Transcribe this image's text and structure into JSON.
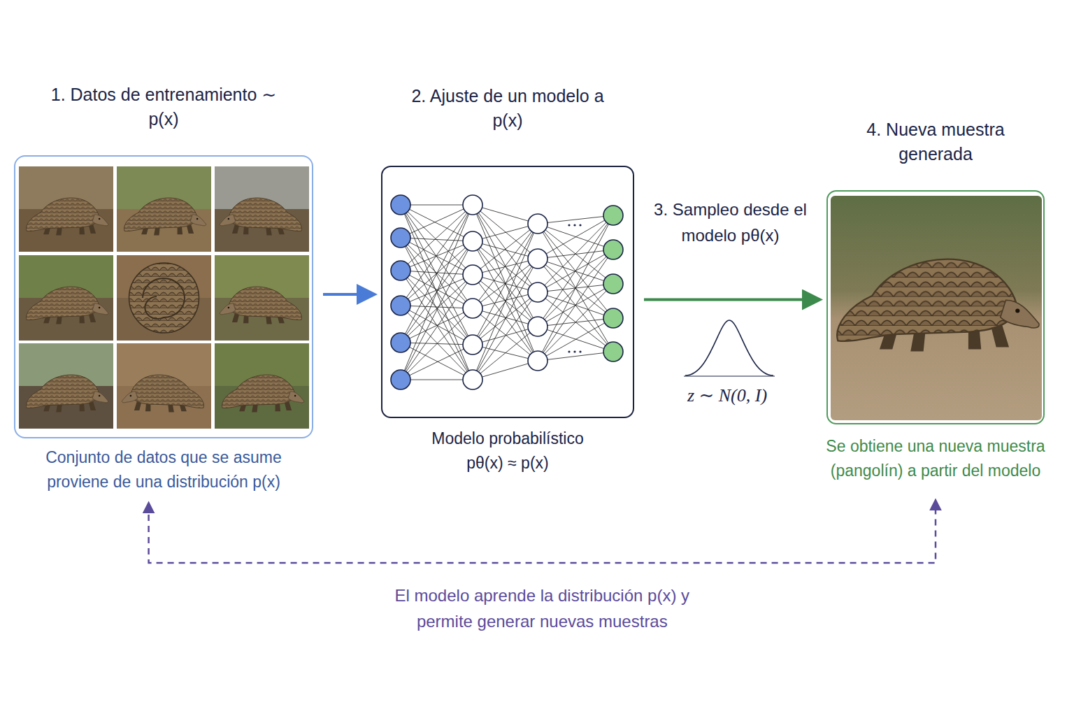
{
  "diagram": {
    "nodes": [
      {
        "text": [
          "1. Datos de entrenamiento ∼ p(x)",
          "Conjunto de datos que se asume proviene de una distribución p(x)"
        ]
      },
      {
        "text": [
          "2. Ajuste de un modelo a p(x)",
          "Modelo probabilístico pθ(x) ≈ p(x)"
        ]
      },
      {
        "text": [
          "4. Nueva muestra generada",
          "Se obtiene una nueva muestra (pangolín) a partir del modelo"
        ]
      }
    ],
    "edges": [
      {
        "from": 0,
        "to": 1,
        "arrow": "to"
      },
      {
        "from": 1,
        "to": 2,
        "arrow": "to",
        "label": "3. Sampleo desde el modelo pθ(x)"
      },
      {
        "from": 0,
        "to": 2,
        "arrow": "both",
        "label": "El modelo aprende la distribución p(x) y permite generar nuevas muestras"
      }
    ],
    "labels": [
      "z ∼ N(0, I)"
    ]
  }
}
